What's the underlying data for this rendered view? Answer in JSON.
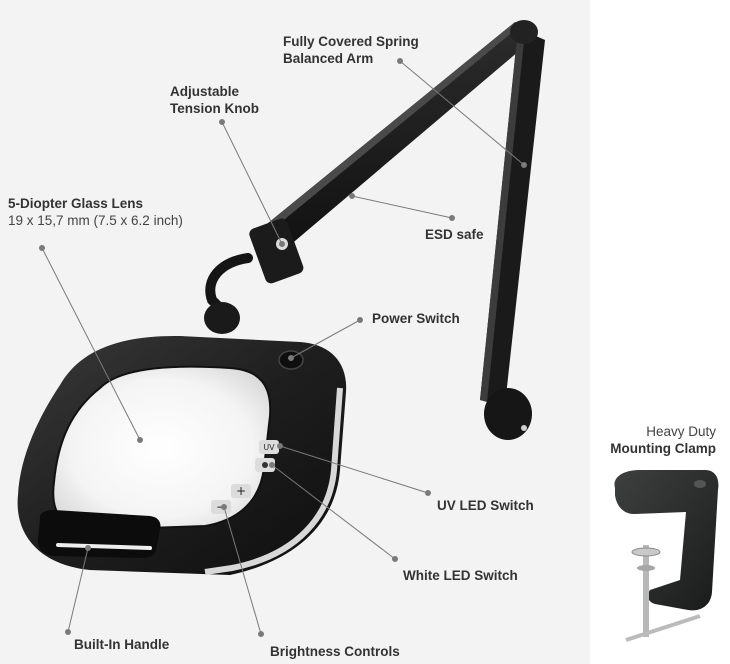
{
  "callouts": {
    "spring_arm": {
      "line1": "Fully Covered Spring",
      "line2": "Balanced Arm"
    },
    "tension_knob": {
      "line1": "Adjustable",
      "line2": "Tension Knob"
    },
    "lens": {
      "title": "5-Diopter Glass Lens",
      "dims": "19 x 15,7 mm (7.5 x 6.2 inch)"
    },
    "esd": {
      "text": "ESD safe"
    },
    "power_switch": {
      "text": "Power Switch"
    },
    "uv_led": {
      "text": "UV LED Switch"
    },
    "white_led": {
      "text": "White LED Switch"
    },
    "handle": {
      "text": "Built-In Handle"
    },
    "brightness": {
      "text": "Brightness Controls"
    },
    "clamp": {
      "line1": "Heavy Duty",
      "line2": "Mounting Clamp"
    }
  },
  "colors": {
    "lamp_body": "#1c1c1c",
    "lens": "#f2f2f2",
    "leader_line": "#7a7a7a",
    "text": "#333333"
  }
}
